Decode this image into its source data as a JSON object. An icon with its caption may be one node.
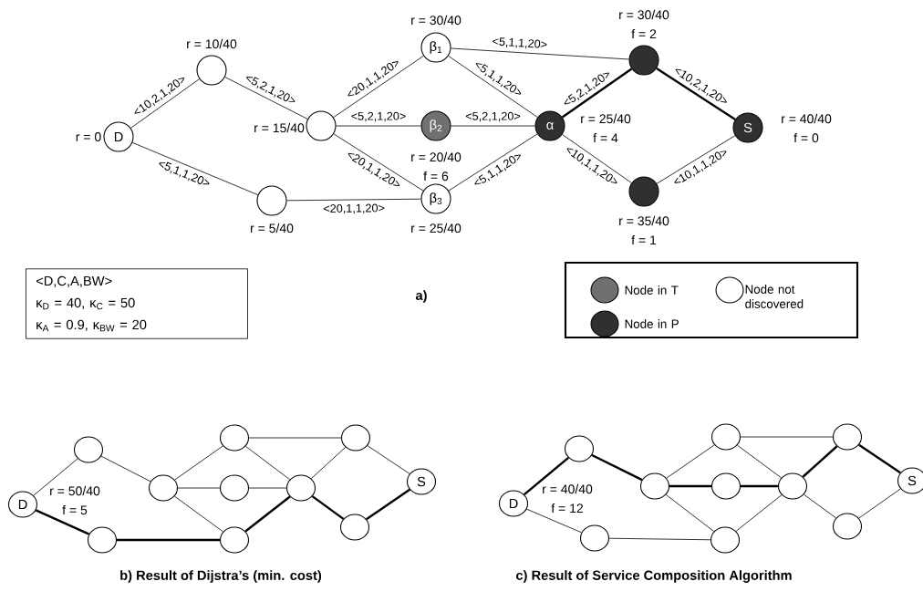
{
  "diagram": {
    "nodes": [
      {
        "text": [
          "D"
        ],
        "beside": [
          "r = 0"
        ]
      },
      {
        "text": [],
        "shape": "circle",
        "beside": [
          "r = 10/40"
        ]
      },
      {
        "text": [],
        "shape": "circle",
        "beside": [
          "r = 15/40"
        ]
      },
      {
        "text": [],
        "shape": "circle",
        "beside": [
          "r = 5/40"
        ]
      },
      {
        "text": [
          "β$_{1}$"
        ],
        "beside": [
          "r = 30/40"
        ]
      },
      {
        "text": [
          "β$_{2}$"
        ],
        "beside": [
          "r = 20/40",
          "f = 6"
        ]
      },
      {
        "text": [
          "β$_{3}$"
        ],
        "beside": [
          "r = 25/40"
        ]
      },
      {
        "text": [
          "α"
        ],
        "beside": [
          "r = 25/40",
          "f = 4"
        ]
      },
      {
        "text": [],
        "shape": "circle",
        "beside": [
          "r = 30/40",
          "f = 2"
        ]
      },
      {
        "text": [],
        "shape": "circle",
        "beside": [
          "r = 35/40",
          "f = 1"
        ]
      },
      {
        "text": [
          "S"
        ],
        "beside": [
          "r = 40/40",
          "f = 0"
        ]
      },
      {
        "text": [
          "<D,C,A,BW>",
          "κ$_{D}$ = 40, κ$_{C}$ = 50",
          "κ$_{A}$ = 0.9, κ$_{BW}$ = 20"
        ]
      },
      {
        "text": [
          "D"
        ],
        "beside": [
          "r = 50/40",
          "f = 5"
        ]
      },
      {
        "text": [],
        "shape": "circle"
      },
      {
        "text": [],
        "shape": "circle"
      },
      {
        "text": [],
        "shape": "circle"
      },
      {
        "text": [],
        "shape": "circle"
      },
      {
        "text": [],
        "shape": "circle"
      },
      {
        "text": [],
        "shape": "circle"
      },
      {
        "text": [],
        "shape": "circle"
      },
      {
        "text": [],
        "shape": "circle"
      },
      {
        "text": [],
        "shape": "circle"
      },
      {
        "text": [
          "S"
        ]
      },
      {
        "text": [
          "D"
        ],
        "beside": [
          "r = 40/40",
          "f = 12"
        ]
      },
      {
        "text": [],
        "shape": "circle"
      },
      {
        "text": [],
        "shape": "circle"
      },
      {
        "text": [],
        "shape": "circle"
      },
      {
        "text": [],
        "shape": "circle"
      },
      {
        "text": [],
        "shape": "circle"
      },
      {
        "text": [],
        "shape": "circle"
      },
      {
        "text": [],
        "shape": "circle"
      },
      {
        "text": [],
        "shape": "circle"
      },
      {
        "text": [],
        "shape": "circle"
      },
      {
        "text": [
          "S"
        ]
      }
    ],
    "edges": [
      {
        "from": 0,
        "to": 1,
        "arrow": "none",
        "label": "<10,2,1,20>"
      },
      {
        "from": 1,
        "to": 2,
        "arrow": "none",
        "label": "<5,2,1,20>"
      },
      {
        "from": 0,
        "to": 3,
        "arrow": "none",
        "label": "<5,1,1,20>"
      },
      {
        "from": 3,
        "to": 6,
        "arrow": "none",
        "label": "<20,1,1,20>"
      },
      {
        "from": 2,
        "to": 4,
        "arrow": "none",
        "label": "<20,1,1,20>"
      },
      {
        "from": 2,
        "to": 5,
        "arrow": "none",
        "label": "<5,2,1,20>"
      },
      {
        "from": 2,
        "to": 6,
        "arrow": "none",
        "label": "<20,1,1,20>"
      },
      {
        "from": 4,
        "to": 8,
        "arrow": "none",
        "label": "<5,1,1,20>"
      },
      {
        "from": 4,
        "to": 7,
        "arrow": "none",
        "label": "<5,1,1,20>"
      },
      {
        "from": 5,
        "to": 7,
        "arrow": "none",
        "label": "<5,2,1,20>"
      },
      {
        "from": 6,
        "to": 7,
        "arrow": "none",
        "label": "<5,1,1,20>"
      },
      {
        "from": 7,
        "to": 8,
        "arrow": "none",
        "label": "<5,2,1,20>",
        "style": "thick"
      },
      {
        "from": 8,
        "to": 10,
        "arrow": "none",
        "label": "<10,2,1,20>",
        "style": "thick"
      },
      {
        "from": 7,
        "to": 9,
        "arrow": "none",
        "label": "<10,1,1,20>"
      },
      {
        "from": 9,
        "to": 10,
        "arrow": "none",
        "label": "<10,1,1,20>"
      },
      {
        "from": 12,
        "to": 13,
        "arrow": "none"
      },
      {
        "from": 13,
        "to": 14,
        "arrow": "none"
      },
      {
        "from": 12,
        "to": 15,
        "arrow": "none",
        "style": "thick"
      },
      {
        "from": 15,
        "to": 18,
        "arrow": "none",
        "style": "thick"
      },
      {
        "from": 14,
        "to": 16,
        "arrow": "none"
      },
      {
        "from": 14,
        "to": 17,
        "arrow": "none"
      },
      {
        "from": 14,
        "to": 18,
        "arrow": "none"
      },
      {
        "from": 16,
        "to": 20,
        "arrow": "none"
      },
      {
        "from": 16,
        "to": 19,
        "arrow": "none"
      },
      {
        "from": 17,
        "to": 19,
        "arrow": "none"
      },
      {
        "from": 18,
        "to": 19,
        "arrow": "none",
        "style": "thick"
      },
      {
        "from": 19,
        "to": 20,
        "arrow": "none"
      },
      {
        "from": 20,
        "to": 22,
        "arrow": "none"
      },
      {
        "from": 19,
        "to": 21,
        "arrow": "none",
        "style": "thick"
      },
      {
        "from": 21,
        "to": 22,
        "arrow": "none",
        "style": "thick"
      },
      {
        "from": 23,
        "to": 24,
        "arrow": "none",
        "style": "thick"
      },
      {
        "from": 24,
        "to": 25,
        "arrow": "none",
        "style": "thick"
      },
      {
        "from": 23,
        "to": 26,
        "arrow": "none"
      },
      {
        "from": 26,
        "to": 29,
        "arrow": "none"
      },
      {
        "from": 25,
        "to": 27,
        "arrow": "none"
      },
      {
        "from": 25,
        "to": 28,
        "arrow": "none",
        "style": "thick"
      },
      {
        "from": 25,
        "to": 29,
        "arrow": "none"
      },
      {
        "from": 27,
        "to": 31,
        "arrow": "none"
      },
      {
        "from": 27,
        "to": 30,
        "arrow": "none"
      },
      {
        "from": 28,
        "to": 30,
        "arrow": "none",
        "style": "thick"
      },
      {
        "from": 29,
        "to": 30,
        "arrow": "none"
      },
      {
        "from": 30,
        "to": 31,
        "arrow": "none",
        "style": "thick"
      },
      {
        "from": 31,
        "to": 33,
        "arrow": "none",
        "style": "thick"
      },
      {
        "from": 30,
        "to": 32,
        "arrow": "none"
      },
      {
        "from": 32,
        "to": 33,
        "arrow": "none"
      }
    ],
    "labels": [
      "a)",
      "b) Result of Dijstra’s (min. cost)",
      "c) Result of Service Composition Algorithm"
    ],
    "legend": [
      {
        "text": "Node in T",
        "color": "#707070"
      },
      {
        "text": "Node not discovered"
      },
      {
        "text": "Node in P",
        "color": "#303030"
      }
    ]
  }
}
